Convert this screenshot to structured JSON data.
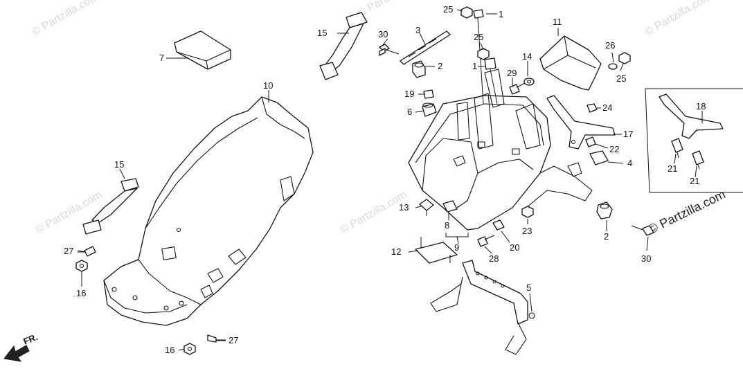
{
  "watermark": {
    "text": "© Partzilla.com",
    "short": "© Partzilla.com"
  },
  "front_label": "FR.",
  "callouts": {
    "c25a": "25",
    "c1a": "1",
    "c30a": "30",
    "c3": "3",
    "c25b": "25",
    "c11": "11",
    "c26": "26",
    "c25c": "25",
    "c15a": "15",
    "c2a": "2",
    "c1b": "1",
    "c14": "14",
    "c29": "29",
    "c7": "7",
    "c10": "10",
    "c19": "19",
    "c6": "6",
    "c24": "24",
    "c18": "18",
    "c17": "17",
    "c22": "22",
    "c4": "4",
    "c21a": "21",
    "c21b": "21",
    "c15b": "15",
    "c13": "13",
    "c8": "8",
    "c23": "23",
    "c2b": "2",
    "c9": "9",
    "c12": "12",
    "c20": "20",
    "c28": "28",
    "c27a": "27",
    "c16a": "16",
    "c30b": "30",
    "c5": "5",
    "c16b": "16",
    "c27b": "27"
  }
}
